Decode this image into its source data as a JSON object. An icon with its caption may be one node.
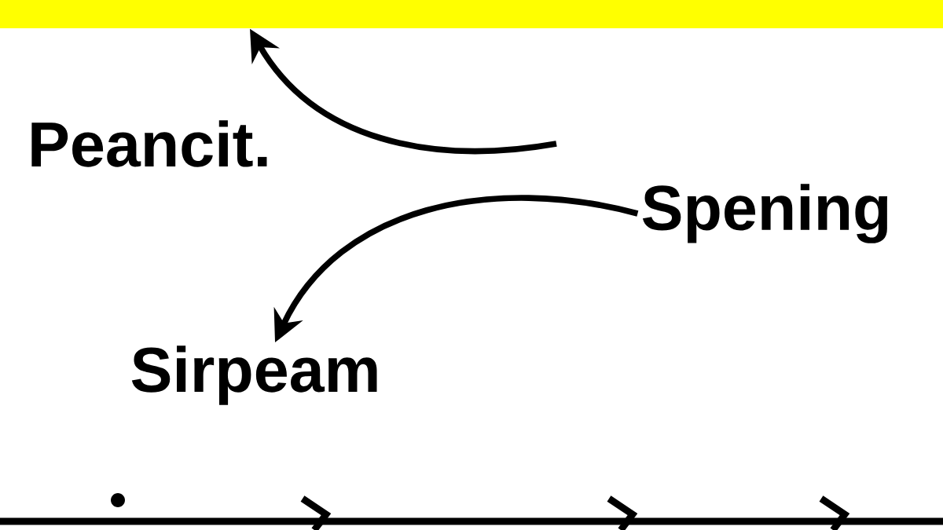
{
  "diagram": {
    "nodes": [
      {
        "text": [],
        "shape": "bar"
      },
      {
        "text": [
          "Peancit."
        ]
      },
      {
        "text": [
          "Spening"
        ]
      },
      {
        "text": [
          "Sirpeam"
        ]
      }
    ],
    "edges": [
      {
        "from": null,
        "to": 0,
        "arrow": "to"
      },
      {
        "from": 2,
        "to": 3,
        "arrow": "to"
      }
    ]
  }
}
